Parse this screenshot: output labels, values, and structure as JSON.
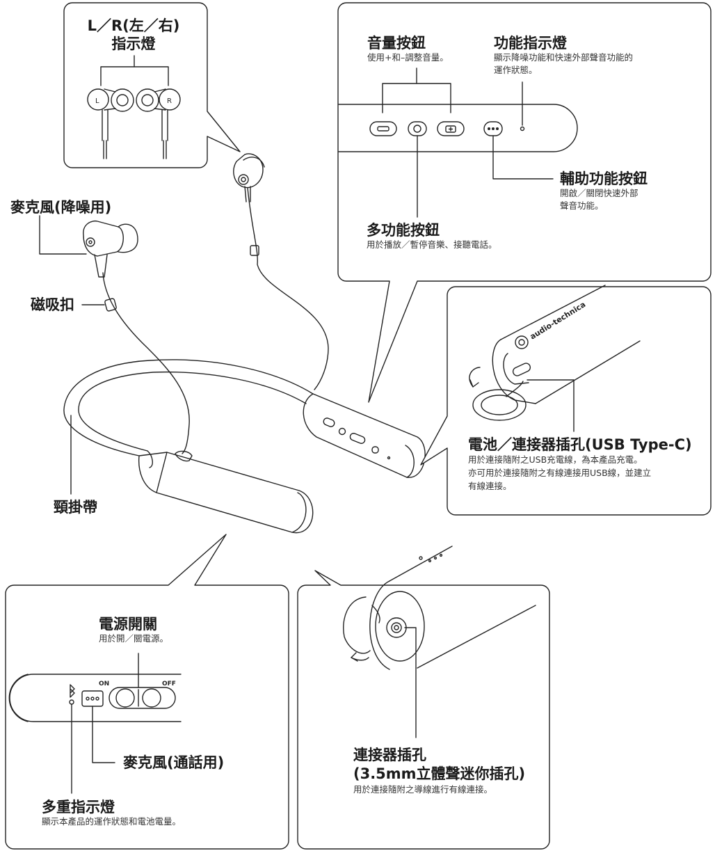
{
  "diagram": {
    "callouts": {
      "lr_indicator": {
        "title_line1": "L／R(左／右)",
        "title_line2": "指示燈"
      },
      "volume_buttons": {
        "title": "音量按鈕",
        "desc": "使用+和–調整音量。"
      },
      "function_indicator": {
        "title": "功能指示燈",
        "desc_line1": "顯示降噪功能和快速外部聲音功能的",
        "desc_line2": "運作狀態。"
      },
      "assist_button": {
        "title": "輔助功能按鈕",
        "desc_line1": "開啟／關閉快速外部",
        "desc_line2": "聲音功能。"
      },
      "multi_function_button": {
        "title": "多功能按鈕",
        "desc": "用於播放／暫停音樂、接聽電話。"
      },
      "mic_nc": {
        "title": "麥克風(降噪用)"
      },
      "magnetic_clip": {
        "title": "磁吸扣"
      },
      "neckband": {
        "title": "頸掛帶"
      },
      "usb_port": {
        "title": "電池／連接器插孔(USB Type-C)",
        "desc_line1": "用於連接隨附之USB充電線，為本產品充電。",
        "desc_line2": "亦可用於連接隨附之有線連接用USB線，並建立",
        "desc_line3": "有線連接。"
      },
      "power_switch": {
        "title": "電源開關",
        "desc": "用於開／關電源。"
      },
      "mic_call": {
        "title": "麥克風(通話用)"
      },
      "multi_indicator": {
        "title": "多重指示燈",
        "desc": "顯示本產品的運作狀態和電池電量。"
      },
      "jack": {
        "title_line1": "連接器插孔",
        "title_line2": "(3.5mm立體聲迷你插孔)",
        "desc": "用於連接隨附之導線進行有線連接。"
      }
    },
    "device_marks": {
      "left_mark": "L",
      "right_mark": "R",
      "switch_on": "ON",
      "switch_off": "OFF",
      "brand": "audio-technica"
    }
  }
}
